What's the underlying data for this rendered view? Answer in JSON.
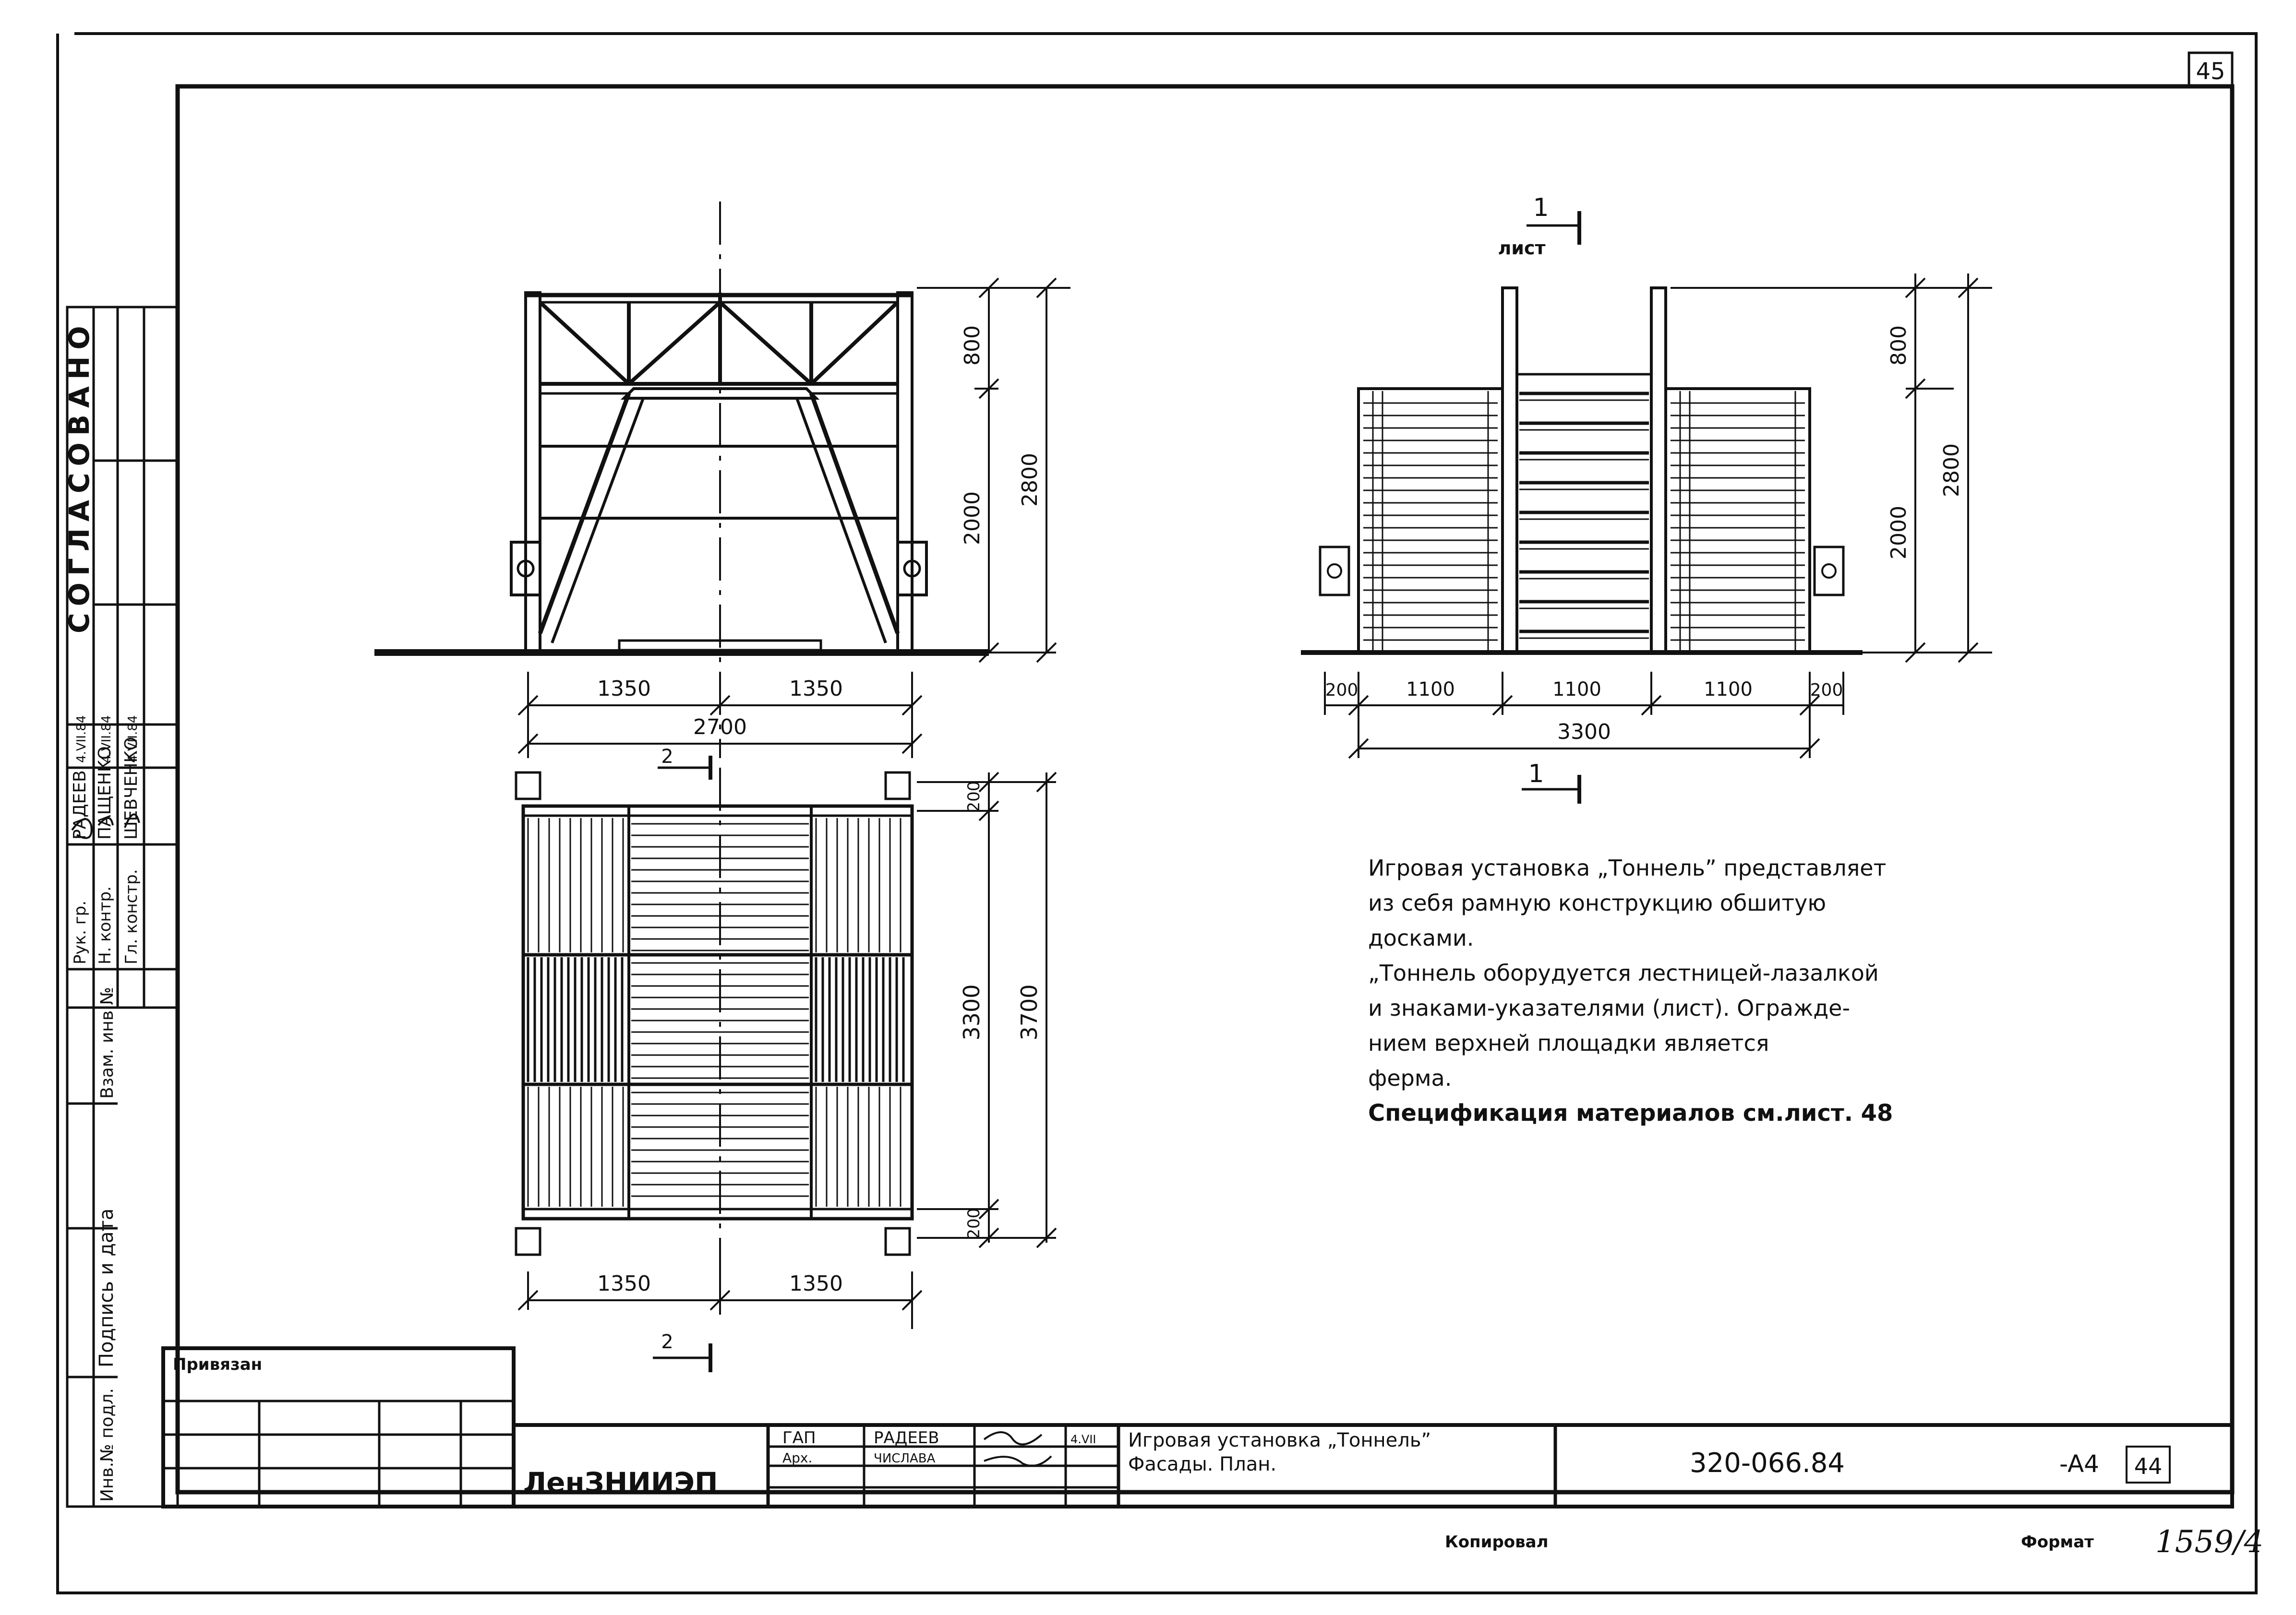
{
  "sheet": {
    "page_number": "45",
    "drawing_code": "320-066.84",
    "sheet_no": "44",
    "stamp_mark": "-A4",
    "inventory_no": "1559/4",
    "copied_label": "Копировал",
    "format_label": "Формат"
  },
  "side_stamp": {
    "agreed": "СОГЛАСОВАНО",
    "roles": [
      "Рук. гр.",
      "Н. контр.",
      "Гл. констр."
    ],
    "names": [
      "РАДЕЕВ",
      "ПАЩЕНКО",
      "ШЕВЧЕНКО"
    ],
    "dates": [
      "4.VII.84",
      "4.VII.84",
      "4.VII.84"
    ],
    "vertical_labels": [
      "Взам. инв.№",
      "Подпись и дата",
      "Инв.№ подл."
    ]
  },
  "bound_block": {
    "label": "Привязан"
  },
  "title_block": {
    "organization": "ЛенЗНИИЭП",
    "role_1": "ГАП",
    "name_1": "РАДЕЕВ",
    "date_1": "4.VII",
    "role_2": "Арх.",
    "name_2": "ЧИСЛАВА",
    "title_line_1": "Игровая установка „Тоннель”",
    "title_line_2": "Фасады. План."
  },
  "front_elevation": {
    "dims_horizontal": [
      "1350",
      "1350",
      "2700"
    ],
    "dims_vertical": [
      "800",
      "2000",
      "2800"
    ],
    "section_mark": "2"
  },
  "side_elevation": {
    "section_number": "1",
    "section_label": "лист",
    "dims_horizontal": [
      "200",
      "1100",
      "1100",
      "1100",
      "200",
      "3300"
    ],
    "dims_vertical": [
      "800",
      "2000",
      "2800"
    ],
    "bottom_section_mark": "1"
  },
  "plan": {
    "dims_horizontal": [
      "1350",
      "1350"
    ],
    "dims_vertical": [
      "200",
      "3300",
      "200",
      "3700"
    ],
    "section_mark_top": "2",
    "section_mark_bottom": "2"
  },
  "notes": {
    "line_1": "Игровая установка „Тоннель” представляет",
    "line_2": "из себя рамную конструкцию обшитую",
    "line_3": "досками.",
    "line_4": "„Тоннель оборудуется лестницей-лазалкой",
    "line_5": "и знаками-указателями (лист). Огражде-",
    "line_6": "нием верхней площадки является",
    "line_7": "ферма.",
    "line_8": "Спецификация материалов см.лист. 48"
  }
}
